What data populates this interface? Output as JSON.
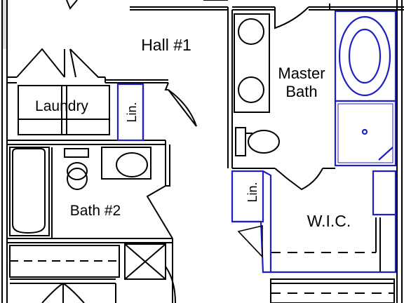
{
  "rooms": {
    "hall": "Hall #1",
    "laundry": "Laundry",
    "linen_1": "Lin.",
    "bath_2": "Bath #2",
    "master_bath_line1": "Master",
    "master_bath_line2": "Bath",
    "linen_2": "Lin.",
    "wic": "W.I.C."
  },
  "colors": {
    "walls": "#000000",
    "highlight": "#1f1fc8",
    "accent": "#c83232"
  }
}
